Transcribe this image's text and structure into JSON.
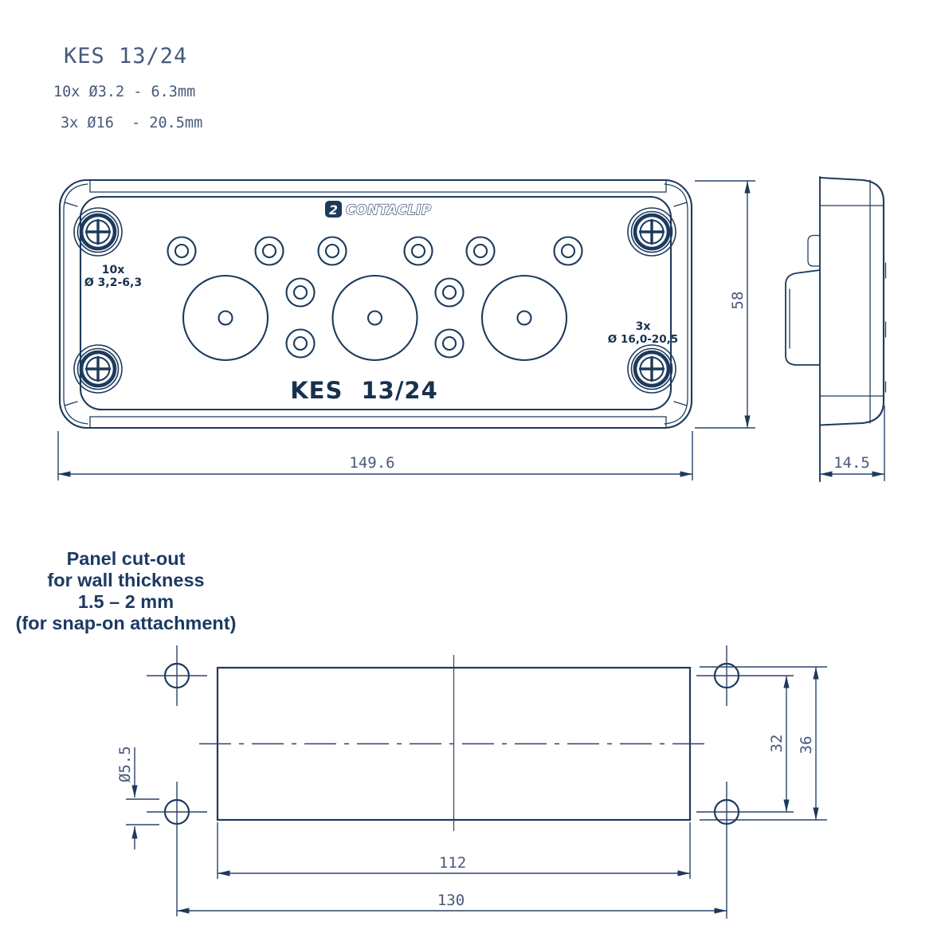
{
  "colors": {
    "line": "#1d3a5c",
    "dim_text": "#47597b",
    "label_text": "#17324f",
    "heading_text": "#1c3a63",
    "background": "#ffffff"
  },
  "title_block": {
    "model": "KES 13/24",
    "spec_small_holes": "10x Ø3.2 - 6.3mm",
    "spec_large_holes": "3x Ø16  - 20.5mm"
  },
  "front_view": {
    "logo": {
      "mark": "2",
      "text": "CONTACLIP"
    },
    "small_holes_label": {
      "line1": "10x",
      "line2": "Ø 3,2-6,3"
    },
    "large_holes_label": {
      "line1": "3x",
      "line2": "Ø 16,0-20,5"
    },
    "product_label": "KES 13/24",
    "dims": {
      "width": "149.6",
      "height": "58"
    }
  },
  "side_view": {
    "dims": {
      "depth": "14.5"
    }
  },
  "cutout_view": {
    "heading": {
      "line1": "Panel cut-out",
      "line2": "for wall thickness",
      "line3": "1.5 – 2 mm",
      "line4": "(for snap-on attachment)"
    },
    "dims": {
      "hole_diameter": "Ø5.5",
      "cutout_width": "112",
      "hole_spacing_width": "130",
      "hole_spacing_height": "32",
      "cutout_height": "36"
    }
  }
}
